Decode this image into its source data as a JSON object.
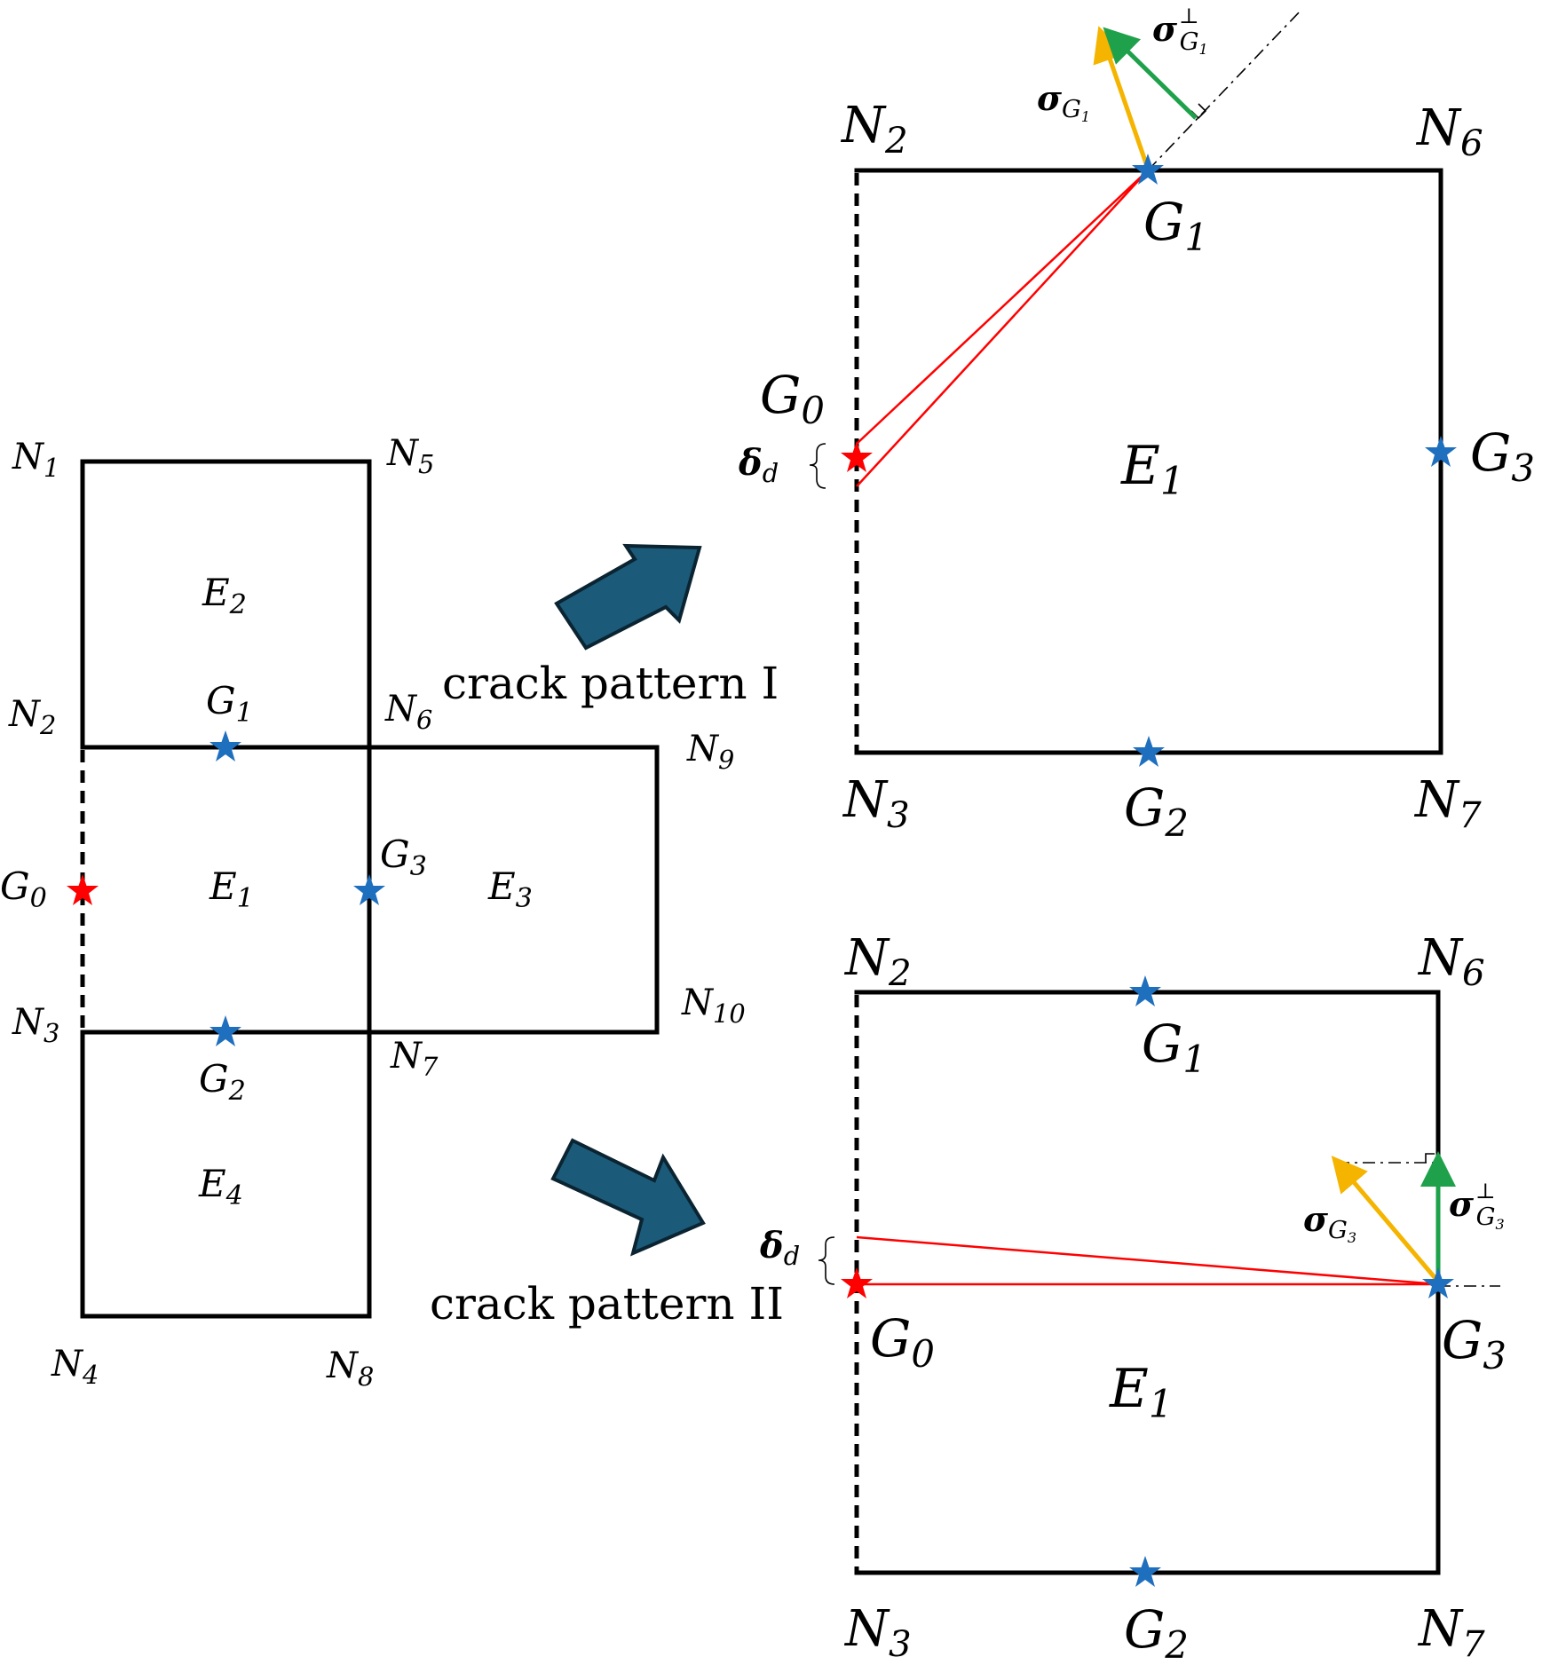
{
  "colors": {
    "gauss_point": "#1f6fbf",
    "crack_point": "#ff0000",
    "crack_line": "#ff0000",
    "sigma_vector": "#f5b400",
    "sigma_perp_vector": "#1ea14a",
    "arrow_fill": "#1b5a79",
    "arrow_stroke": "#0b2432"
  },
  "mesh": {
    "nodes": {
      "N1": {
        "letter": "N",
        "sub": "1"
      },
      "N2": {
        "letter": "N",
        "sub": "2"
      },
      "N3": {
        "letter": "N",
        "sub": "3"
      },
      "N4": {
        "letter": "N",
        "sub": "4"
      },
      "N5": {
        "letter": "N",
        "sub": "5"
      },
      "N6": {
        "letter": "N",
        "sub": "6"
      },
      "N7": {
        "letter": "N",
        "sub": "7"
      },
      "N8": {
        "letter": "N",
        "sub": "8"
      },
      "N9": {
        "letter": "N",
        "sub": "9"
      },
      "N10": {
        "letter": "N",
        "sub": "10"
      }
    },
    "elements": {
      "E1": {
        "letter": "E",
        "sub": "1"
      },
      "E2": {
        "letter": "E",
        "sub": "2"
      },
      "E3": {
        "letter": "E",
        "sub": "3"
      },
      "E4": {
        "letter": "E",
        "sub": "4"
      }
    },
    "points": {
      "G0": {
        "letter": "G",
        "sub": "0"
      },
      "G1": {
        "letter": "G",
        "sub": "1"
      },
      "G2": {
        "letter": "G",
        "sub": "2"
      },
      "G3": {
        "letter": "G",
        "sub": "3"
      }
    }
  },
  "arrows": {
    "upper_caption": "crack pattern I",
    "lower_caption": "crack pattern II"
  },
  "pattern1": {
    "N2": {
      "letter": "N",
      "sub": "2"
    },
    "N6": {
      "letter": "N",
      "sub": "6"
    },
    "N3": {
      "letter": "N",
      "sub": "3"
    },
    "N7": {
      "letter": "N",
      "sub": "7"
    },
    "G0": {
      "letter": "G",
      "sub": "0"
    },
    "G1": {
      "letter": "G",
      "sub": "1"
    },
    "G2": {
      "letter": "G",
      "sub": "2"
    },
    "G3": {
      "letter": "G",
      "sub": "3"
    },
    "E1": {
      "letter": "E",
      "sub": "1"
    },
    "delta": {
      "letter": "δ",
      "sub": "d"
    },
    "sigma": {
      "letter": "σ",
      "sub": "G",
      "subsub": "1"
    },
    "sigma_perp": {
      "letter": "σ",
      "sup": "⊥",
      "sub": "G",
      "subsub": "1"
    }
  },
  "pattern2": {
    "N2": {
      "letter": "N",
      "sub": "2"
    },
    "N6": {
      "letter": "N",
      "sub": "6"
    },
    "N3": {
      "letter": "N",
      "sub": "3"
    },
    "N7": {
      "letter": "N",
      "sub": "7"
    },
    "G0": {
      "letter": "G",
      "sub": "0"
    },
    "G1": {
      "letter": "G",
      "sub": "1"
    },
    "G2": {
      "letter": "G",
      "sub": "2"
    },
    "G3": {
      "letter": "G",
      "sub": "3"
    },
    "E1": {
      "letter": "E",
      "sub": "1"
    },
    "delta": {
      "letter": "δ",
      "sub": "d"
    },
    "sigma": {
      "letter": "σ",
      "sub": "G",
      "subsub": "3"
    },
    "sigma_perp": {
      "letter": "σ",
      "sup": "⊥",
      "sub": "G",
      "subsub": "3"
    }
  }
}
